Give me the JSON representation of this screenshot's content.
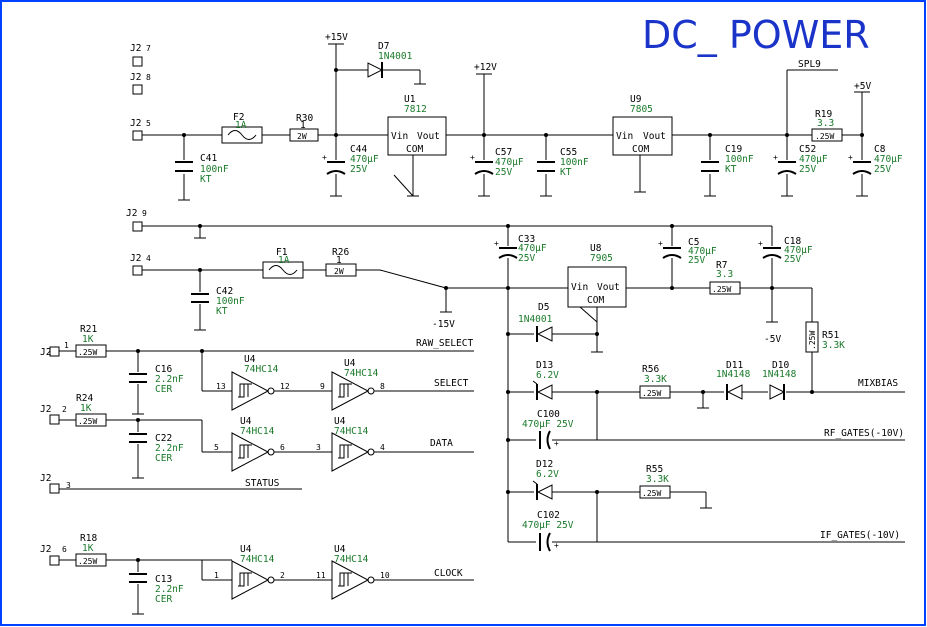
{
  "title": "DC_ POWER",
  "colors": {
    "frame": "#0040ff",
    "title": "#1a33c8",
    "value_text": "#1a7a2a",
    "wire": "#000000"
  },
  "connectors": [
    {
      "ref": "J2",
      "pin": "7"
    },
    {
      "ref": "J2",
      "pin": "8"
    },
    {
      "ref": "J2",
      "pin": "5"
    },
    {
      "ref": "J2",
      "pin": "9"
    },
    {
      "ref": "J2",
      "pin": "4"
    },
    {
      "ref": "J2",
      "pin": "1"
    },
    {
      "ref": "J2",
      "pin": "2"
    },
    {
      "ref": "J2",
      "pin": "3"
    },
    {
      "ref": "J2",
      "pin": "6"
    }
  ],
  "rails": {
    "p15": "+15V",
    "p12": "+12V",
    "p5": "+5V",
    "m15": "-15V",
    "m5": "-5V"
  },
  "nets": {
    "spl9": "SPL9",
    "raw_select": "RAW_SELECT",
    "select": "SELECT",
    "data": "DATA",
    "status": "STATUS",
    "clock": "CLOCK",
    "mixbias": "MIXBIAS",
    "rf_gates": "RF_GATES(-10V)",
    "if_gates": "IF_GATES(-10V)"
  },
  "parts": {
    "F2": {
      "ref": "F2",
      "value": "1A"
    },
    "F1": {
      "ref": "F1",
      "value": "1A"
    },
    "R30": {
      "ref": "R30",
      "value": "1",
      "body": "2W"
    },
    "R26": {
      "ref": "R26",
      "value": "1",
      "body": "2W"
    },
    "R19": {
      "ref": "R19",
      "value": "3.3",
      "body": ".25W"
    },
    "R7": {
      "ref": "R7",
      "value": "3.3",
      "body": ".25W"
    },
    "R51": {
      "ref": "R51",
      "value": "3.3K",
      "body": ".25W"
    },
    "R56": {
      "ref": "R56",
      "value": "3.3K",
      "body": ".25W"
    },
    "R55": {
      "ref": "R55",
      "value": "3.3K",
      "body": ".25W"
    },
    "R21": {
      "ref": "R21",
      "value": "1K",
      "body": ".25W"
    },
    "R24": {
      "ref": "R24",
      "value": "1K",
      "body": ".25W"
    },
    "R18": {
      "ref": "R18",
      "value": "1K",
      "body": ".25W"
    },
    "D7": {
      "ref": "D7",
      "value": "1N4001"
    },
    "D5": {
      "ref": "D5",
      "value": "1N4001"
    },
    "D13": {
      "ref": "D13",
      "value": "6.2V"
    },
    "D12": {
      "ref": "D12",
      "value": "6.2V"
    },
    "D11": {
      "ref": "D11",
      "value": "1N4148"
    },
    "D10": {
      "ref": "D10",
      "value": "1N4148"
    },
    "U1": {
      "ref": "U1",
      "value": "7812"
    },
    "U9": {
      "ref": "U9",
      "value": "7805"
    },
    "U8": {
      "ref": "U8",
      "value": "7905"
    },
    "C41": {
      "ref": "C41",
      "v1": "100nF",
      "v2": "KT"
    },
    "C42": {
      "ref": "C42",
      "v1": "100nF",
      "v2": "KT"
    },
    "C55": {
      "ref": "C55",
      "v1": "100nF",
      "v2": "KT"
    },
    "C19": {
      "ref": "C19",
      "v1": "100nF",
      "v2": "KT"
    },
    "C44": {
      "ref": "C44",
      "v1": "470µF",
      "v2": "25V"
    },
    "C57": {
      "ref": "C57",
      "v1": "470µF",
      "v2": "25V"
    },
    "C52": {
      "ref": "C52",
      "v1": "470µF",
      "v2": "25V"
    },
    "C8": {
      "ref": "C8",
      "v1": "470µF",
      "v2": "25V"
    },
    "C33": {
      "ref": "C33",
      "v1": "470µF",
      "v2": "25V"
    },
    "C5": {
      "ref": "C5",
      "v1": "470µF",
      "v2": "25V"
    },
    "C18": {
      "ref": "C18",
      "v1": "470µF",
      "v2": "25V"
    },
    "C100": {
      "ref": "C100",
      "v1": "470µF 25V"
    },
    "C102": {
      "ref": "C102",
      "v1": "470µF 25V"
    },
    "C16": {
      "ref": "C16",
      "v1": "2.2nF",
      "v2": "CER"
    },
    "C22": {
      "ref": "C22",
      "v1": "2.2nF",
      "v2": "CER"
    },
    "C13": {
      "ref": "C13",
      "v1": "2.2nF",
      "v2": "CER"
    },
    "U4": {
      "ref": "U4",
      "value": "74HC14"
    }
  },
  "reg_pins": {
    "vin": "Vin",
    "vout": "Vout",
    "com": "COM"
  },
  "gate_pins": {
    "a": [
      "13",
      "12"
    ],
    "b": [
      "9",
      "8"
    ],
    "c": [
      "5",
      "6"
    ],
    "d": [
      "3",
      "4"
    ],
    "e": [
      "1",
      "2"
    ],
    "f": [
      "11",
      "10"
    ]
  }
}
